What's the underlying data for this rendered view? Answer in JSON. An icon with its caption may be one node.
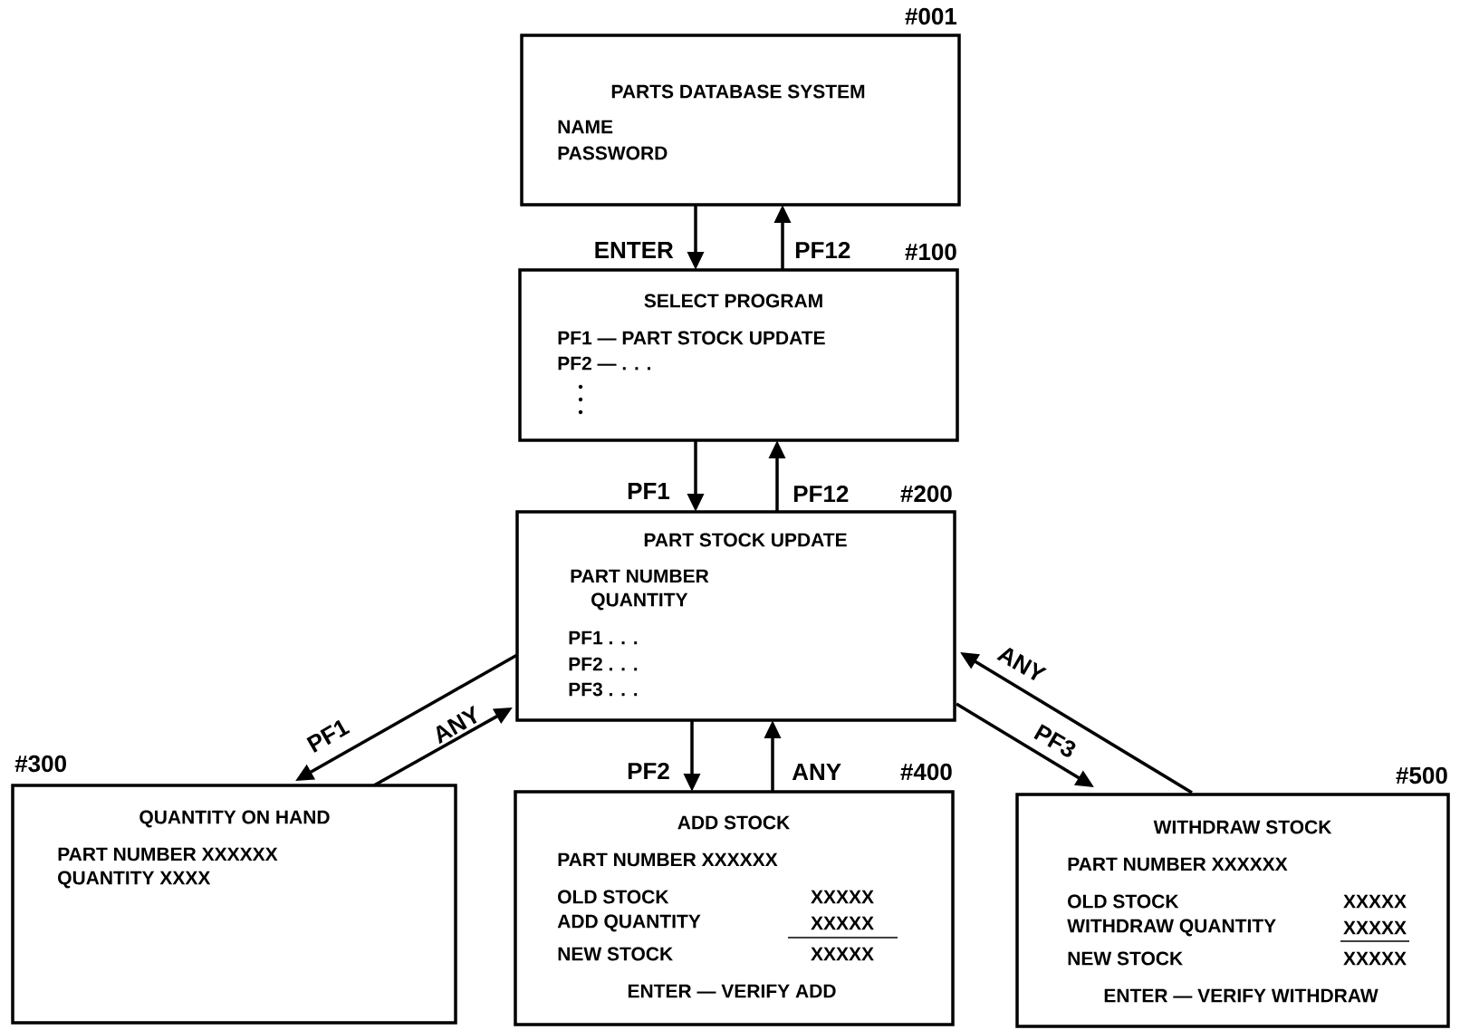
{
  "diagram": {
    "nodes": [
      {
        "text": [
          "PARTS DATABASE SYSTEM",
          "NAME",
          "PASSWORD"
        ],
        "beside": [
          "#001"
        ]
      },
      {
        "text": [
          "SELECT PROGRAM",
          "PF1 — PART STOCK UPDATE",
          "PF2 — . . ."
        ],
        "beside": [
          "#100"
        ]
      },
      {
        "text": [
          "PART STOCK UPDATE",
          "PART NUMBER",
          "QUANTITY",
          "PF1 . . .",
          "PF2 . . .",
          "PF3 . . ."
        ],
        "beside": [
          "#200"
        ]
      },
      {
        "text": [
          "QUANTITY ON HAND",
          "PART NUMBER XXXXXX",
          "QUANTITY XXXX"
        ],
        "beside": [
          "#300"
        ]
      },
      {
        "text": [
          "ADD STOCK",
          "PART NUMBER XXXXXX",
          "OLD STOCK",
          "XXXXX",
          "ADD QUANTITY",
          "XXXXX",
          "NEW STOCK",
          "XXXXX",
          "ENTER — VERIFY ADD"
        ],
        "beside": [
          "#400"
        ]
      },
      {
        "text": [
          "WITHDRAW STOCK",
          "PART NUMBER XXXXXX",
          "OLD STOCK",
          "XXXXX",
          "WITHDRAW QUANTITY",
          "XXXXX",
          "NEW STOCK",
          "XXXXX",
          "ENTER — VERIFY WITHDRAW"
        ],
        "beside": [
          "#500"
        ]
      }
    ],
    "edges": [
      {
        "from": 0,
        "to": 1,
        "arrow": "to",
        "label": "ENTER"
      },
      {
        "from": 1,
        "to": 0,
        "arrow": "to",
        "label": "PF12"
      },
      {
        "from": 1,
        "to": 2,
        "arrow": "to",
        "label": "PF1"
      },
      {
        "from": 2,
        "to": 1,
        "arrow": "to",
        "label": "PF12"
      },
      {
        "from": 2,
        "to": 3,
        "arrow": "to",
        "label": "PF1"
      },
      {
        "from": 3,
        "to": 2,
        "arrow": "to",
        "label": "ANY"
      },
      {
        "from": 2,
        "to": 4,
        "arrow": "to",
        "label": "PF2"
      },
      {
        "from": 4,
        "to": 2,
        "arrow": "to",
        "label": "ANY"
      },
      {
        "from": 2,
        "to": 5,
        "arrow": "to",
        "label": "PF3"
      },
      {
        "from": 5,
        "to": 2,
        "arrow": "to",
        "label": "ANY"
      }
    ]
  }
}
